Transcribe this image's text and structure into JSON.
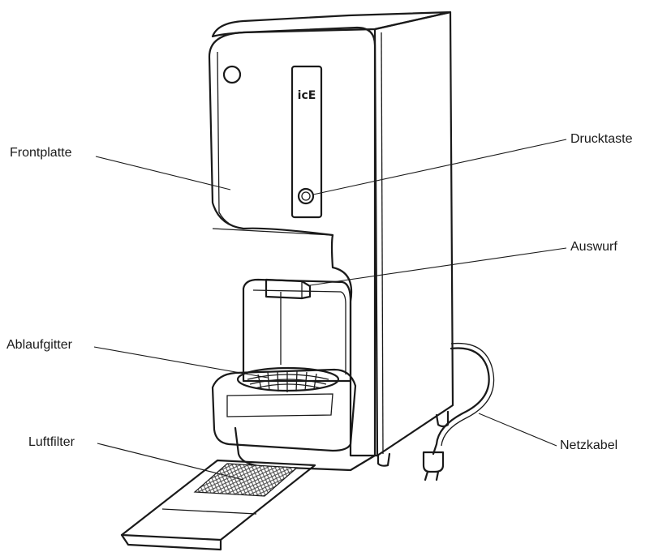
{
  "labels": {
    "frontplatte": "Frontplatte",
    "drucktaste": "Drucktaste",
    "auswurf": "Auswurf",
    "ablaufgitter": "Ablaufgitter",
    "luftfilter": "Luftfilter",
    "netzkabel": "Netzkabel"
  },
  "logo_text": "icE",
  "colors": {
    "line": "#1a1a1a",
    "fill": "#ffffff",
    "filter_mesh": "#6e6e6e"
  }
}
